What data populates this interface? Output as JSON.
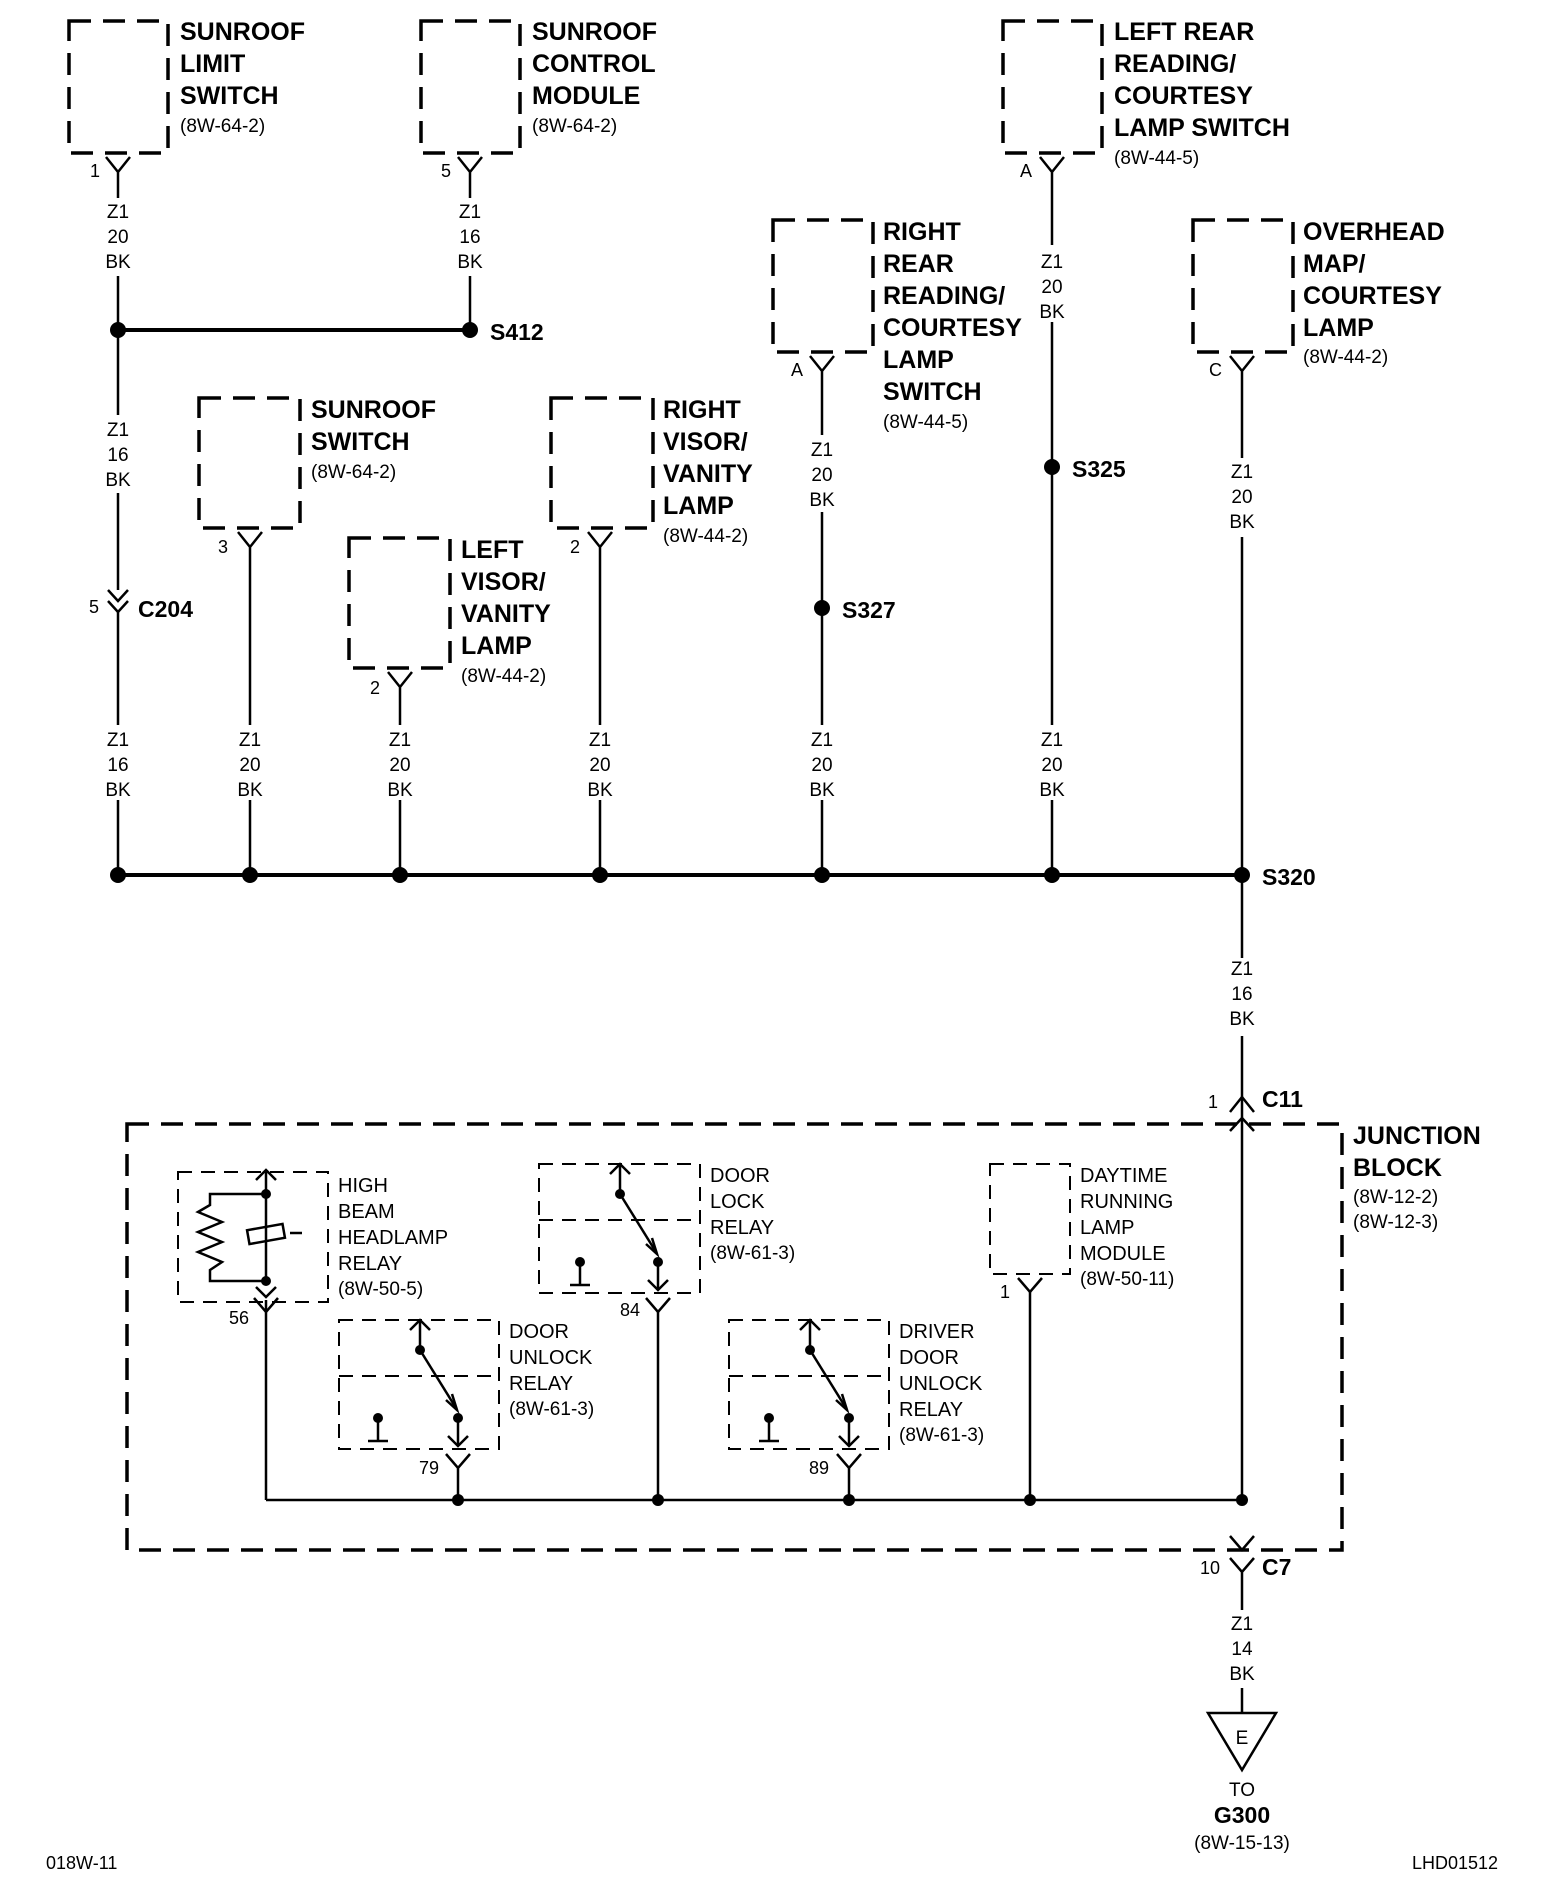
{
  "components": {
    "sunroof_limit_switch": {
      "lines": [
        "SUNROOF",
        "LIMIT",
        "SWITCH"
      ],
      "ref": "(8W-64-2)",
      "pin": "1"
    },
    "sunroof_control_module": {
      "lines": [
        "SUNROOF",
        "CONTROL",
        "MODULE"
      ],
      "ref": "(8W-64-2)",
      "pin": "5"
    },
    "left_rear_reading_switch": {
      "lines": [
        "LEFT REAR",
        "READING/",
        "COURTESY",
        "LAMP SWITCH"
      ],
      "ref": "(8W-44-5)",
      "pin": "A"
    },
    "right_rear_reading_switch": {
      "lines": [
        "RIGHT",
        "REAR",
        "READING/",
        "COURTESY",
        "LAMP",
        "SWITCH"
      ],
      "ref": "(8W-44-5)",
      "pin": "A"
    },
    "overhead_map_lamp": {
      "lines": [
        "OVERHEAD",
        "MAP/",
        "COURTESY",
        "LAMP"
      ],
      "ref": "(8W-44-2)",
      "pin": "C"
    },
    "sunroof_switch": {
      "lines": [
        "SUNROOF",
        "SWITCH"
      ],
      "ref": "(8W-64-2)",
      "pin": "3"
    },
    "right_visor_lamp": {
      "lines": [
        "RIGHT",
        "VISOR/",
        "VANITY",
        "LAMP"
      ],
      "ref": "(8W-44-2)",
      "pin": "2"
    },
    "left_visor_lamp": {
      "lines": [
        "LEFT",
        "VISOR/",
        "VANITY",
        "LAMP"
      ],
      "ref": "(8W-44-2)",
      "pin": "2"
    },
    "junction_block": {
      "lines": [
        "JUNCTION",
        "BLOCK"
      ],
      "refs": [
        "(8W-12-2)",
        "(8W-12-3)"
      ]
    },
    "high_beam_relay": {
      "lines": [
        "HIGH",
        "BEAM",
        "HEADLAMP",
        "RELAY"
      ],
      "ref": "(8W-50-5)",
      "pin": "56"
    },
    "door_lock_relay": {
      "lines": [
        "DOOR",
        "LOCK",
        "RELAY"
      ],
      "ref": "(8W-61-3)",
      "pin": "84"
    },
    "door_unlock_relay": {
      "lines": [
        "DOOR",
        "UNLOCK",
        "RELAY"
      ],
      "ref": "(8W-61-3)",
      "pin": "79"
    },
    "driver_door_unlock_relay": {
      "lines": [
        "DRIVER",
        "DOOR",
        "UNLOCK",
        "RELAY"
      ],
      "ref": "(8W-61-3)",
      "pin": "89"
    },
    "drl_module": {
      "lines": [
        "DAYTIME",
        "RUNNING",
        "LAMP",
        "MODULE"
      ],
      "ref": "(8W-50-11)",
      "pin": "1"
    }
  },
  "wires": {
    "w_limit": [
      "Z1",
      "20",
      "BK"
    ],
    "w_module": [
      "Z1",
      "16",
      "BK"
    ],
    "w_leftrear": [
      "Z1",
      "20",
      "BK"
    ],
    "w_rightrear": [
      "Z1",
      "20",
      "BK"
    ],
    "w_overhead": [
      "Z1",
      "20",
      "BK"
    ],
    "w_s412_c204": [
      "Z1",
      "16",
      "BK"
    ],
    "w_c204_bus": [
      "Z1",
      "16",
      "BK"
    ],
    "w_sunroofsw": [
      "Z1",
      "20",
      "BK"
    ],
    "w_leftvisor": [
      "Z1",
      "20",
      "BK"
    ],
    "w_rightvisor": [
      "Z1",
      "20",
      "BK"
    ],
    "w_s327": [
      "Z1",
      "20",
      "BK"
    ],
    "w_s325": [
      "Z1",
      "20",
      "BK"
    ],
    "w_s320_c11": [
      "Z1",
      "16",
      "BK"
    ],
    "w_c7_g300": [
      "Z1",
      "14",
      "BK"
    ]
  },
  "splices": {
    "s412": "S412",
    "s325": "S325",
    "s327": "S327",
    "s320": "S320"
  },
  "connectors": {
    "c204": {
      "name": "C204",
      "pin": "5"
    },
    "c11": {
      "name": "C11",
      "pin": "1"
    },
    "c7": {
      "name": "C7",
      "pin": "10"
    }
  },
  "ground": {
    "letter": "E",
    "to": "TO",
    "name": "G300",
    "ref": "(8W-15-13)"
  },
  "footer": {
    "left": "018W-11",
    "right": "LHD01512"
  }
}
